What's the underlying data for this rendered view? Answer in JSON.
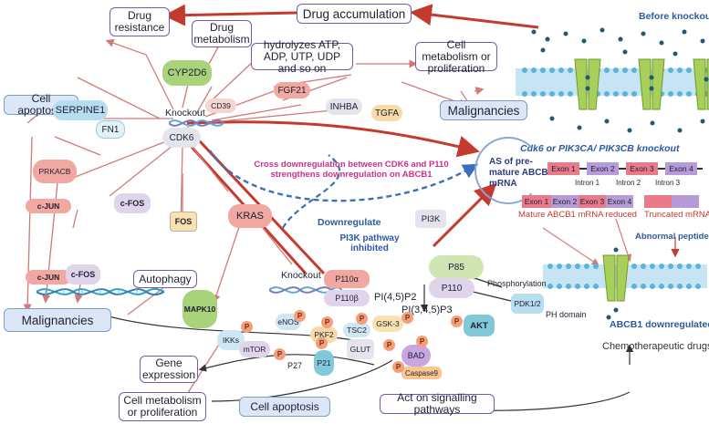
{
  "boxes": {
    "drug_resistance": "Drug resistance",
    "drug_metabolism": "Drug metabolism",
    "drug_accumulation": "Drug accumulation",
    "hydrolyzes": "hydrolyzes ATP, ADP, UTP, UDP and so on",
    "cell_metab_top": "Cell metabolism or proliferation",
    "malignancies_top": "Malignancies",
    "cell_apoptosis_left": "Cell apoptosis",
    "malignancies_left": "Malignancies",
    "autophagy": "Autophagy",
    "gene_expression": "Gene expression",
    "cell_metab_bottom": "Cell metabolism or proliferation",
    "cell_apoptosis_bottom": "Cell apoptosis",
    "act_on_signalling": "Act on signalling pathways"
  },
  "genes": {
    "serpine1": "SERPINE1",
    "cyp2d6": "CYP2D6",
    "cd39": "CD39",
    "fgf21": "FGF21",
    "inhba": "INHBA",
    "tgfa": "TGFA",
    "fn1": "FN1",
    "cdk6": "CDK6",
    "knockout_top": "Knockout",
    "prkacb": "PRKACB",
    "cjun1": "c-JUN",
    "cfos1": "c-FOS",
    "fos": "FOS",
    "cjun2": "c-JUN",
    "cfos2": "c-FOS",
    "kras": "KRAS",
    "mapk10": "MAPK10"
  },
  "center": {
    "cross_downregulation": "Cross downregulation between CDK6 and P110 strengthens downregulation on ABCB1",
    "downregulate": "Downregulate",
    "pi3k_inhibited": "PI3K pathway inhibited",
    "knockout_bottom": "Knockout",
    "p110a": "P110α",
    "p110b": "P110β",
    "pi3k": "PI3K",
    "p85": "P85",
    "p110": "P110",
    "pip2": "PI(4,5)P2",
    "pip3": "PI(3,4,5)P3",
    "phosphorylation": "Phosphorylation",
    "pdk": "PDK1/2",
    "ph_domain": "PH domain"
  },
  "signaling": {
    "akt": "AKT",
    "ikks": "IKKs",
    "mtor": "mTOR",
    "enos": "eNOS",
    "pkf2": "PKF2",
    "tsc2": "TSC2",
    "gsk3": "GSK-3",
    "glut": "GLUT",
    "bad": "BAD",
    "p27": "P27",
    "p21": "P21",
    "caspase9": "Caspase9",
    "p": "P"
  },
  "right": {
    "before_knockout": "Before knockout",
    "knockout_title": "Cdk6 or PIK3CA/ PIK3CB knockout",
    "as_premature": "AS of pre-mature ABCB1  mRNA",
    "exon1": "Exon 1",
    "exon2": "Exon 2",
    "exon3": "Exon 3",
    "exon4": "Exon 4",
    "intron1": "Intron 1",
    "intron2": "Intron 2",
    "intron3": "Intron 3",
    "mature_reduced": "Mature ABCB1 mRNA reduced",
    "truncated": "Truncated mRNA",
    "abnormal_peptides": "Abnormal peptides",
    "abcb1_down": "ABCB1 downregulated",
    "chemo": "Chemotherapeutic drugs"
  },
  "colors": {
    "red": "#c53a2e",
    "pink_red": "#d27a78",
    "dashed_blue": "#3c6fb9",
    "magenta": "#cc2f8c",
    "box_border": "#7a5aa6",
    "blue_box": "#dbe7f7",
    "membrane": "#a8d4ea",
    "channel": "#a7cf5a"
  }
}
